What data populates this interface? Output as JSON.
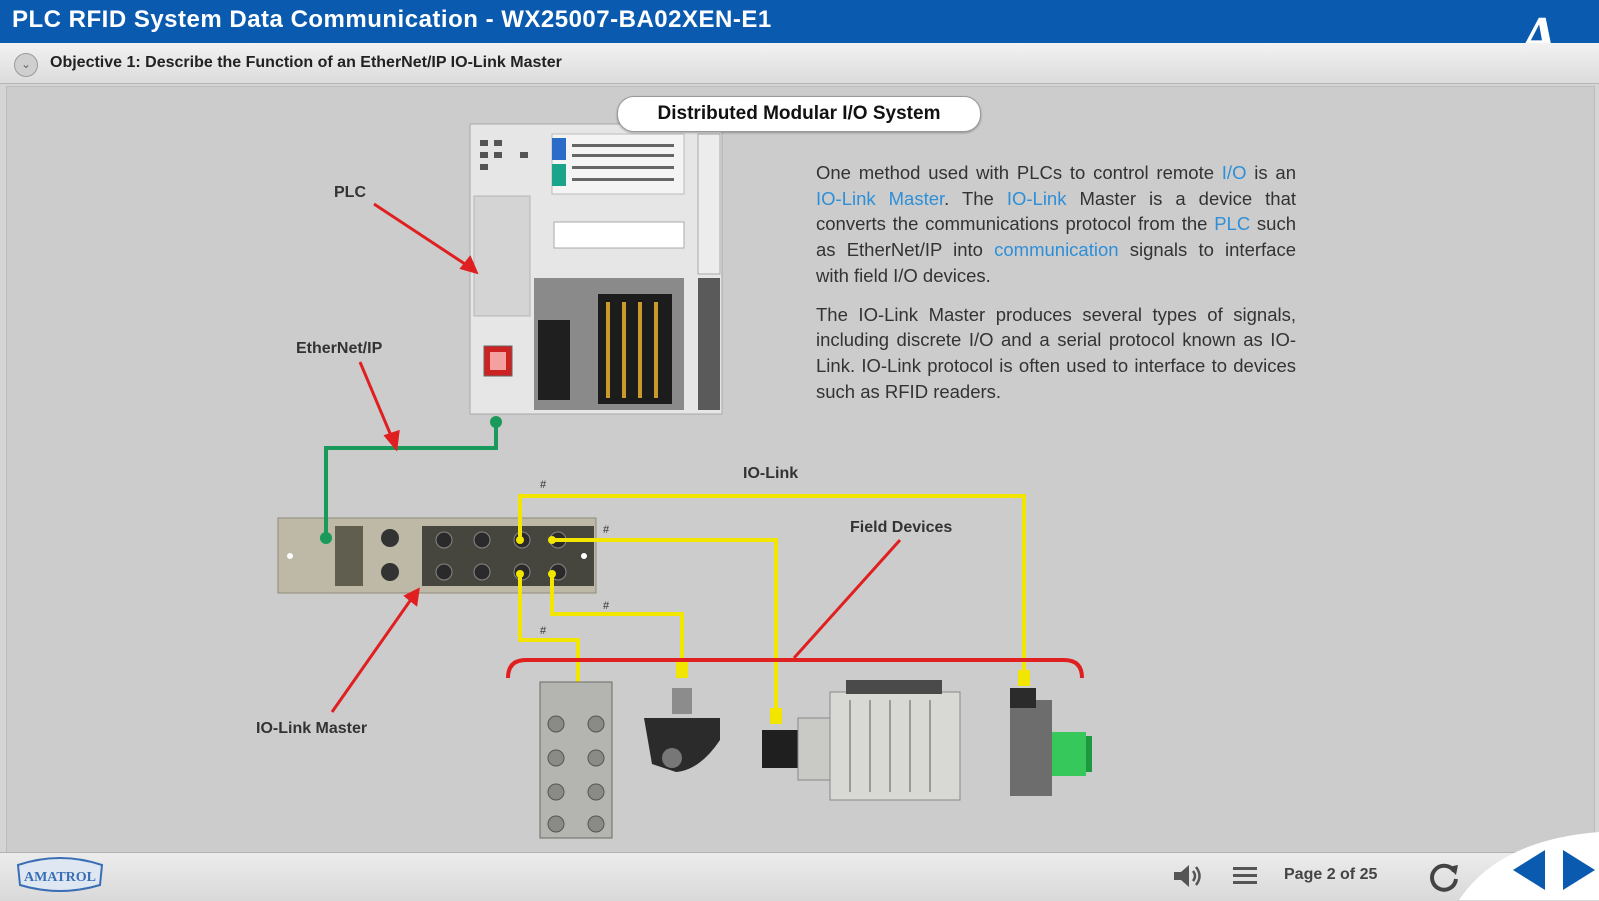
{
  "window": {
    "title": "PLC RFID System Data Communication - WX25007-BA02XEN-E1"
  },
  "objective": {
    "text": "Objective 1: Describe the Function of an EtherNet/IP IO-Link Master"
  },
  "diagram": {
    "heading": "Distributed Modular I/O System",
    "labels": {
      "plc": "PLC",
      "ethernet": "EtherNet/IP",
      "iolink": "IO-Link",
      "field_devices": "Field Devices",
      "iolink_master": "IO-Link Master"
    }
  },
  "content": {
    "p1": {
      "t1": "One method used with PLCs to control remote ",
      "l1": "I/O",
      "t2": " is an ",
      "l2": "IO-Link Master",
      "t3": ". The ",
      "l3": "IO-Link",
      "t4": " Master is a device that converts the communications protocol from the ",
      "l4": "PLC",
      "t5": " such as EtherNet/IP into ",
      "l5": "communication",
      "t6": " signals to interface with field I/O devices."
    },
    "p2": "The IO-Link Master produces several types of signals, including discrete I/O and a serial protocol known as IO-Link. IO-Link protocol is often used to interface to devices such as RFID readers."
  },
  "footer": {
    "page": "Page 2 of 25",
    "brand": "AMATROL"
  },
  "icons": [
    "expand-chevron-icon",
    "amatrol-a-logo",
    "amatrol-logo",
    "speaker-icon",
    "menu-icon",
    "replay-icon",
    "back-arrow-icon",
    "next-arrow-icon"
  ],
  "colors": {
    "title_bar": "#0a5bb0",
    "link": "#2e8fd8",
    "ethernet_cable": "#1a9a5a",
    "iolink_cable": "#f2e600",
    "callout": "#e02020"
  }
}
